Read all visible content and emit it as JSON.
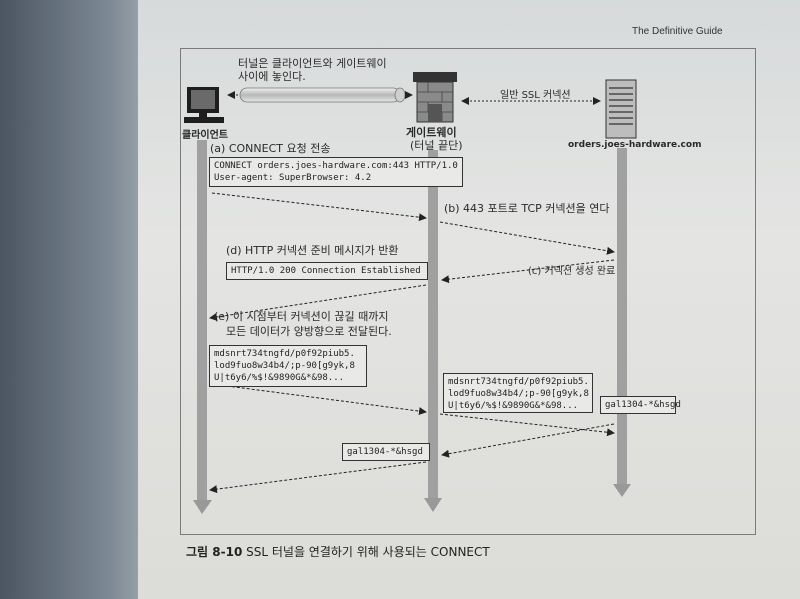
{
  "header": {
    "running_title": "The Definitive Guide"
  },
  "nodes": {
    "client": "클라이언트",
    "gateway_line1": "게이트웨이",
    "gateway_line2": "(터널 끝단)",
    "server": "orders.joes-hardware.com"
  },
  "tunnel_note": {
    "line1": "터널은 클라이언트와 게이트웨이",
    "line2": "사이에 놓인다."
  },
  "ssl_link_label": "일반 SSL 커넥션",
  "steps": {
    "a": "(a) CONNECT 요청 전송",
    "b": "(b) 443 포트로 TCP 커넥션을 연다",
    "c": "(c) 커넥션 생성 완료",
    "d": "(d) HTTP 커넥션 준비 메시지가 반환",
    "e_line1": "(e) 이 시점부터 커넥션이 끊길 때까지",
    "e_line2": "모든 데이터가 양방향으로 전달된다."
  },
  "boxes": {
    "connect_request": "CONNECT orders.joes-hardware.com:443 HTTP/1.0\nUser-agent: SuperBrowser: 4.2",
    "connection_established": "HTTP/1.0 200 Connection Established",
    "client_data": "mdsnrt734tngfd/p0f92piub5.\nlod9fuo8w34b4/;p-90[g9yk,8\nU|t6y6/%$!&9890G&*&98...",
    "gateway_data": "mdsnrt734tngfd/p0f92piub5.\nlod9fuo8w34b4/;p-90[g9yk,8\nU|t6y6/%$!&9890G&*&98...",
    "server_reply": "gal1304-*&hsgd",
    "gateway_reply": "gal1304-*&hsgd"
  },
  "caption": {
    "figure": "그림 8-10",
    "text": "SSL 터널을 연결하기 위해 사용되는 CONNECT"
  },
  "colors": {
    "lifeline": "#9a9a9a",
    "box_border": "#333333",
    "tunnel": "#c8c8c8"
  }
}
